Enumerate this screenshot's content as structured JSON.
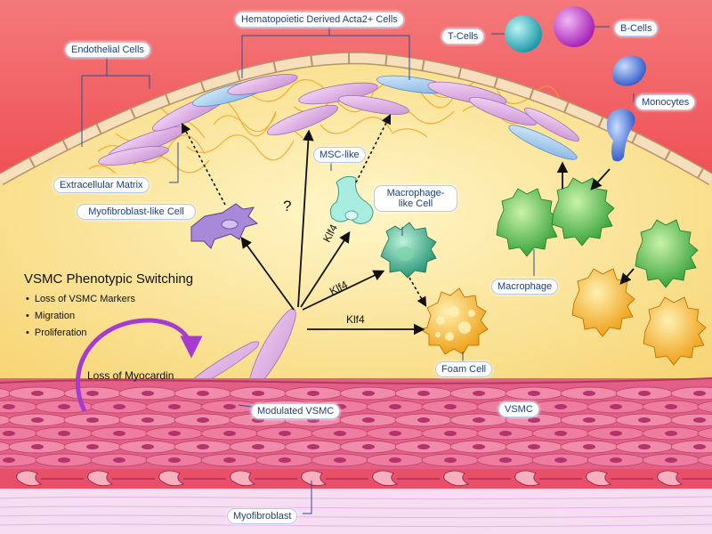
{
  "labels": {
    "hematopoietic": "Hematopoietic Derived Acta2+ Cells",
    "endothelial": "Endothelial Cells",
    "t_cells": "T-Cells",
    "b_cells": "B-Cells",
    "monocytes": "Monocytes",
    "ecm": "Extracellular Matrix",
    "myofibroblast_like": "Myofibroblast-like Cell",
    "msc_like": "MSC-like",
    "macrophage_like": "Macrophage-like Cell",
    "macrophage": "Macrophage",
    "foam_cell": "Foam Cell",
    "modulated_vsmc": "Modulated VSMC",
    "vsmc": "VSMC",
    "myofibroblast": "Myofibroblast",
    "loss_myocardin": "Loss of Myocardin",
    "question": "?"
  },
  "switching": {
    "title": "VSMC Phenotypic Switching",
    "bullets": [
      "Loss of VSMC Markers",
      "Migration",
      "Proliferation"
    ]
  },
  "klf4": [
    "Klf4",
    "Klf4",
    "Klf4"
  ],
  "colors": {
    "lumen": "#f0585a",
    "intima": "#fbe7a0",
    "vsmc_layer": "#e35f86",
    "adventitia": "#f6ddf2",
    "label_text": "#1d3f7a",
    "leader_line": "#2b4e8f",
    "macrophage": "#5bc050",
    "foam": "#f5b21e",
    "curved_arrow": "#a63bd0"
  }
}
